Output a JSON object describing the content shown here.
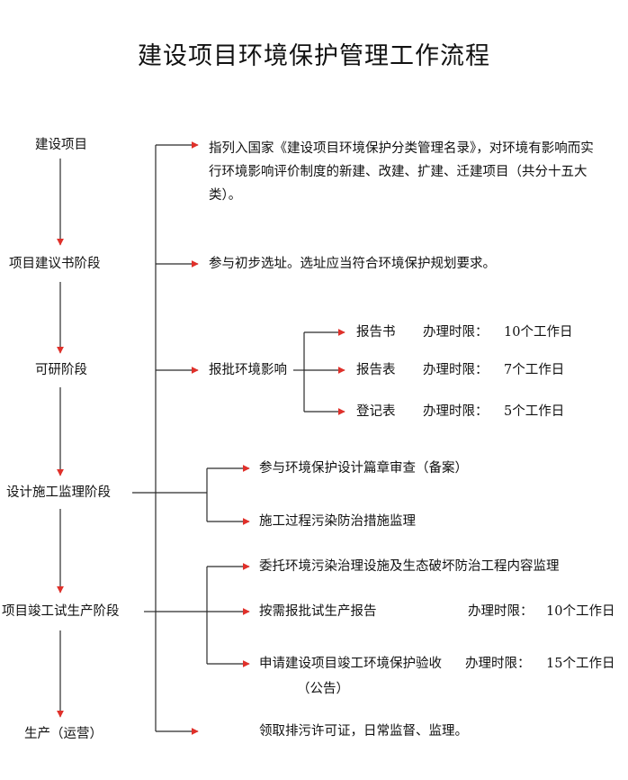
{
  "title": "建设项目环境保护管理工作流程",
  "stages": [
    "建设项目",
    "项目建议书阶段",
    "可研阶段",
    "设计施工监理阶段",
    "项目竣工试生产阶段",
    "生产（运营）"
  ],
  "stage1_desc": "指列入国家《建设项目环境保护分类管理名录》，对环境有影响而实行环境影响评价制度的新建、改建、扩建、迁建项目（共分十五大类）。",
  "stage2_desc": "参与初步选址。选址应当符合环境保护规划要求。",
  "stage3": {
    "label": "报批环境影响",
    "items": [
      {
        "doc": "报告书",
        "limit_label": "办理时限：",
        "limit": "10个工作日"
      },
      {
        "doc": "报告表",
        "limit_label": "办理时限：",
        "limit": "7个工作日"
      },
      {
        "doc": "登记表",
        "limit_label": "办理时限：",
        "limit": "5个工作日"
      }
    ]
  },
  "stage4": [
    "参与环境保护设计篇章审查（备案）",
    "施工过程污染防治措施监理"
  ],
  "stage5": {
    "item1": "委托环境污染治理设施及生态破坏防治工程内容监理",
    "item2": "按需报批试生产报告",
    "item2_limit_label": "办理时限：",
    "item2_limit": "10个工作日",
    "item3": "申请建设项目竣工环境保护验收",
    "item3_limit_label": "办理时限：",
    "item3_limit": "15个工作日",
    "item3_note": "（公告）"
  },
  "stage6_desc": "领取排污许可证，日常监督、监理。",
  "colors": {
    "line": "#2b2b2b",
    "arrow": "#e0302a",
    "text": "#111111"
  }
}
